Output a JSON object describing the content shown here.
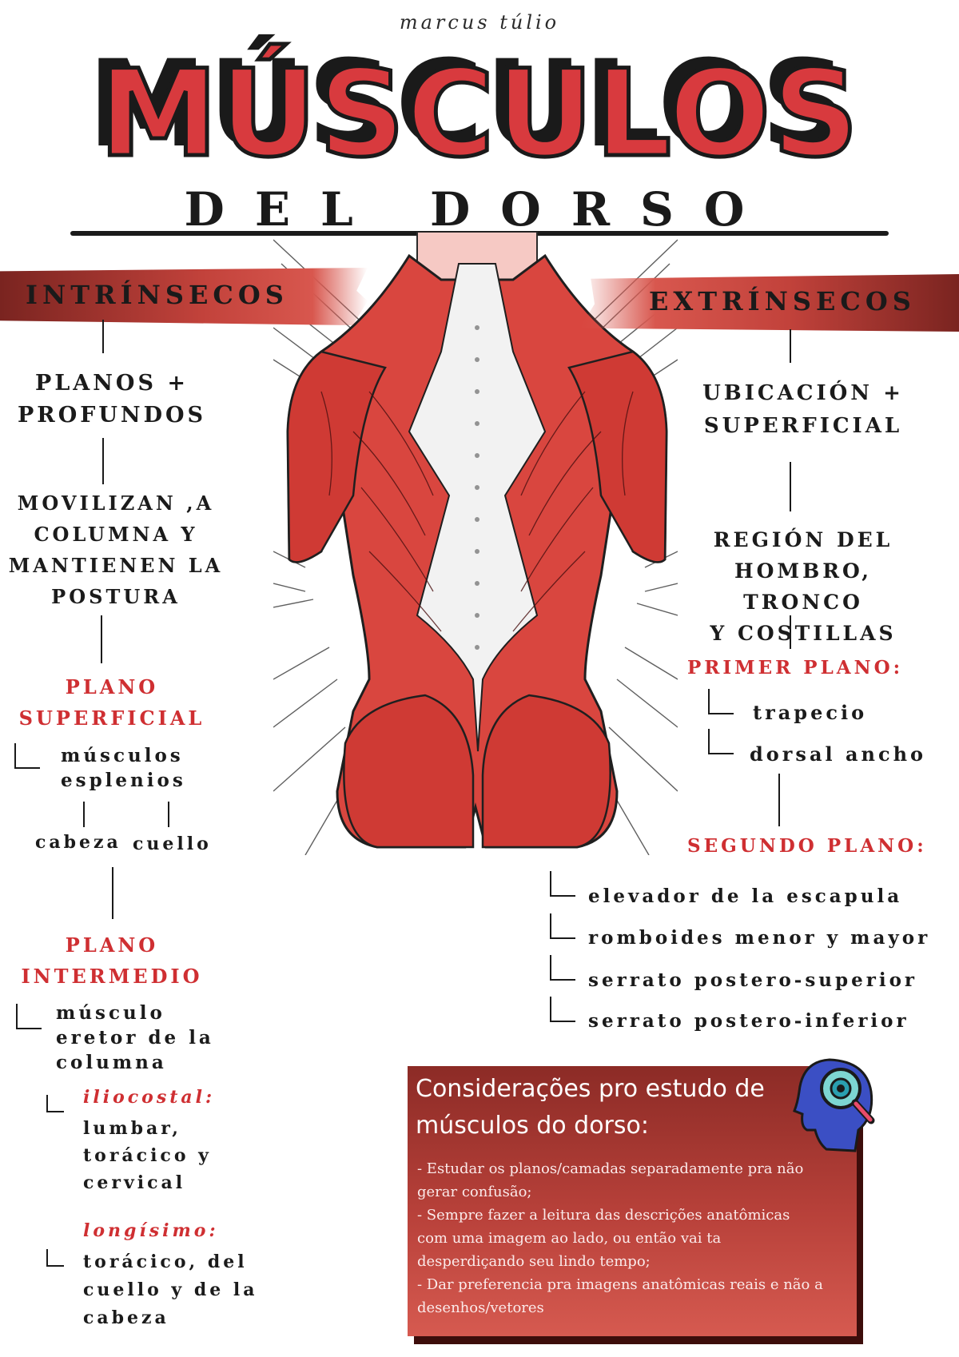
{
  "author": "marcus túlio",
  "title": "MÚSCULOS",
  "subtitle": "DEL DORSO",
  "left": {
    "banner": "INTRÍNSECOS",
    "planos": [
      "PLANOS +",
      "PROFUNDOS"
    ],
    "movilizan": [
      "MOVILIZAN ,A",
      "COLUMNA Y",
      "MANTIENEN LA",
      "POSTURA"
    ],
    "plano_superficial": [
      "PLANO",
      "SUPERFICIAL"
    ],
    "musculos_esplenios": [
      "músculos",
      "esplenios"
    ],
    "cabeza": "cabeza",
    "cuello": "cuello",
    "plano_intermedio": [
      "PLANO",
      "INTERMEDIO"
    ],
    "erector": [
      "músculo",
      "eretor de la",
      "columna"
    ],
    "iliocostal": "iliocostal:",
    "iliocostal_items": [
      "lumbar,",
      "torácico y",
      "cervical"
    ],
    "longisimo": "longísimo:",
    "longisimo_items": [
      "torácico, del",
      "cuello y de la",
      "cabeza"
    ]
  },
  "right": {
    "banner": "EXTRÍNSECOS",
    "ubicacion": [
      "UBICACIÓN +",
      "SUPERFICIAL"
    ],
    "region": [
      "REGIÓN DEL",
      "HOMBRO, TRONCO",
      "Y COSTILLAS"
    ],
    "primer_plano": "PRIMER PLANO:",
    "primer_items": [
      "trapecio",
      "dorsal ancho"
    ],
    "segundo_plano": "SEGUNDO PLANO:",
    "segundo_items": [
      "elevador de la escapula",
      "romboides menor y mayor",
      "serrato postero-superior",
      "serrato postero-inferior"
    ]
  },
  "note": {
    "title_lines": [
      "Considerações pro estudo de",
      "músculos do dorso:"
    ],
    "lines": [
      "- Estudar os planos/camadas separadamente pra não",
      "gerar confusão;",
      "- Sempre fazer a leitura das descrições anatômicas",
      "com uma imagem ao lado, ou então vai ta",
      "desperdiçando seu lindo tempo;",
      "- Dar preferencia pra imagens anatômicas reais e não a",
      "desenhos/vetores"
    ]
  },
  "colors": {
    "accent_red": "#cf2f32",
    "title_red": "#d83a3e",
    "banner_dark": "#7a2420",
    "muscle_red": "#d9463f",
    "note_bg": "#b8413a"
  },
  "icons": {
    "figure": "back-muscles-illustration",
    "head": "head-magnifier-icon"
  }
}
